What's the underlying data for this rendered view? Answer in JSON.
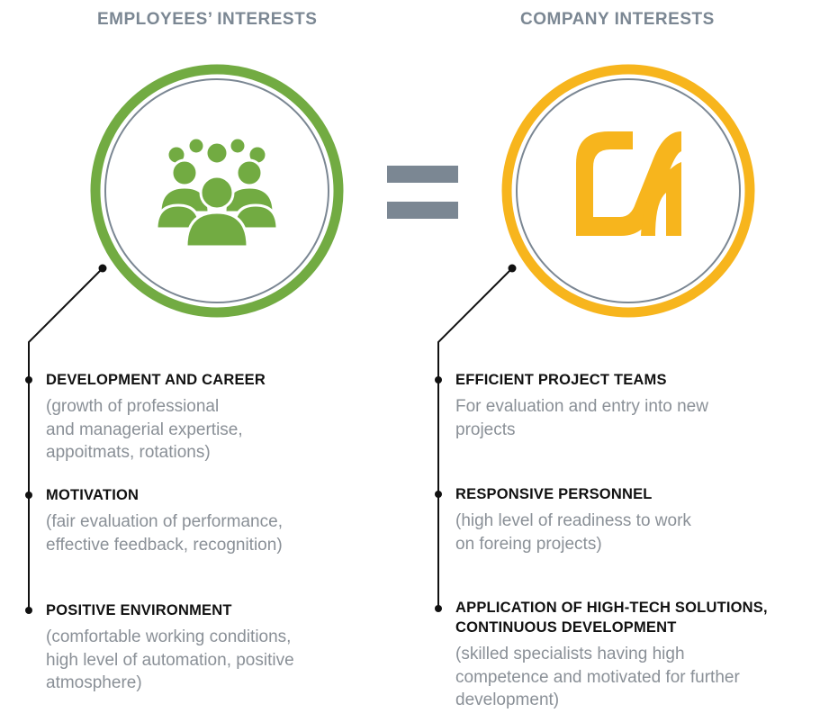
{
  "left": {
    "title": "EMPLOYEES’ INTERESTS",
    "icon": "people-group-icon",
    "accent_color": "#72ab42",
    "items": [
      {
        "title": "DEVELOPMENT AND CAREER",
        "desc": "(growth of professional\nand managerial expertise,\nappoitmats, rotations)"
      },
      {
        "title": "MOTIVATION",
        "desc": "(fair evaluation of performance,\neffective feedback, recognition)"
      },
      {
        "title": "POSITIVE ENVIRONMENT",
        "desc": "(comfortable working conditions,\nhigh level of automation, positive\natmosphere)"
      }
    ]
  },
  "equals_icon": "equals-sign-icon",
  "right": {
    "title": "COMPANY INTERESTS",
    "icon": "company-logo-icon",
    "accent_color": "#f7b51d",
    "items": [
      {
        "title": "EFFICIENT PROJECT TEAMS",
        "desc": "For evaluation and entry into new\nprojects"
      },
      {
        "title": "RESPONSIVE PERSONNEL",
        "desc": "(high level of readiness to work\non foreing projects)"
      },
      {
        "title": "APPLICATION OF HIGH-TECH SOLUTIONS,\nCONTINUOUS DEVELOPMENT",
        "desc": "(skilled specialists having high\ncompetence and motivated for further\ndevelopment)"
      }
    ]
  }
}
